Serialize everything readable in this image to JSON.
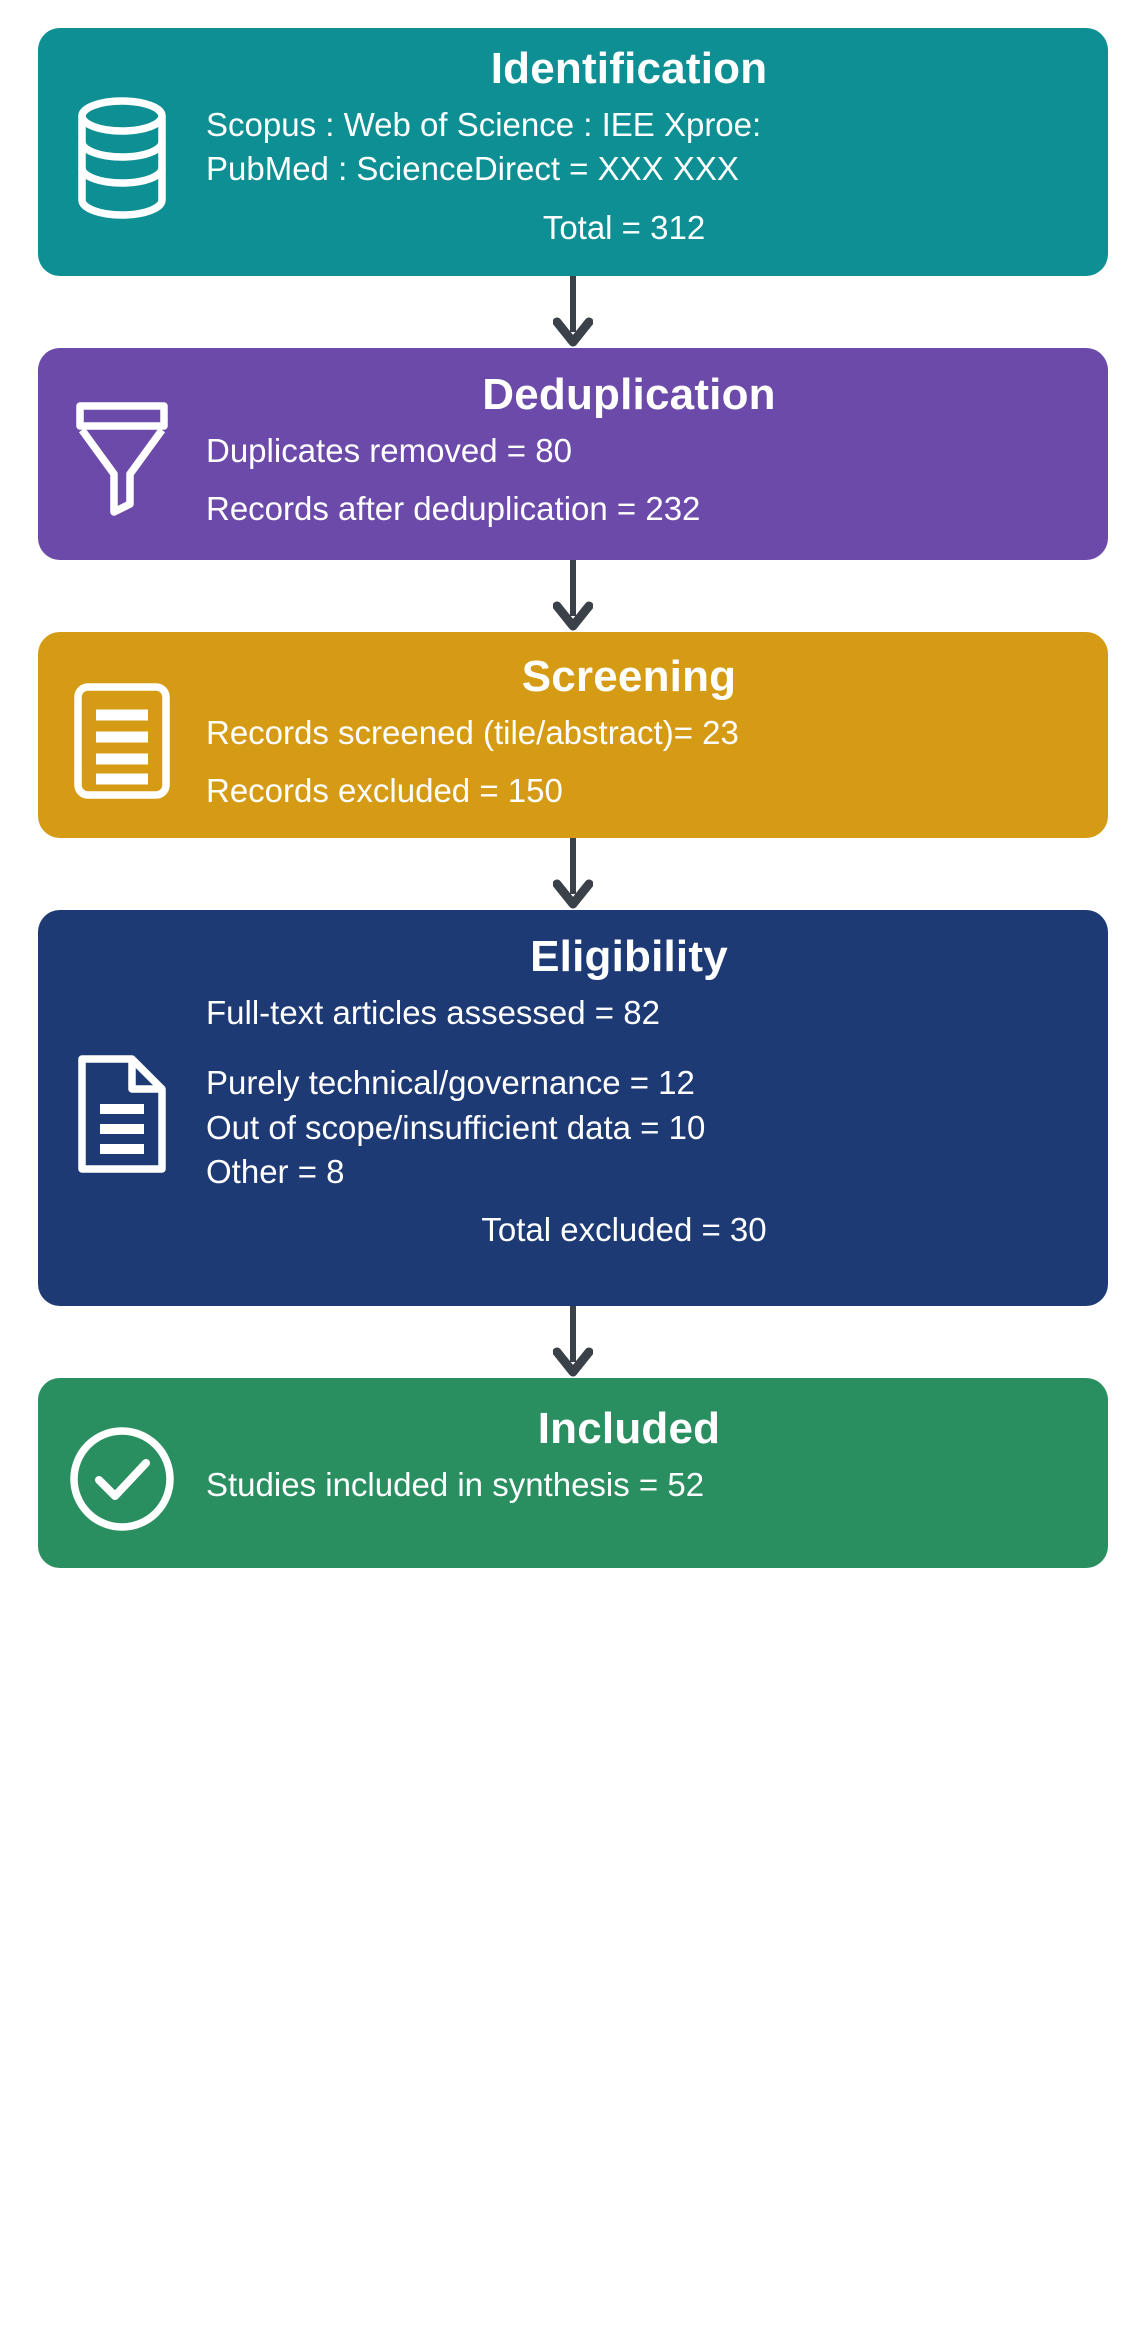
{
  "diagram": {
    "title": "PRISMA study selection flow",
    "colors": {
      "identification": "#0d8f93",
      "deduplication": "#6b4aa9",
      "screening": "#d69b15",
      "eligibility": "#1e3a75",
      "included": "#2a8f60",
      "arrow": "#3a4149",
      "text": "#ffffff",
      "background": "#ffffff"
    }
  },
  "stages": [
    {
      "key": "identification",
      "title": "Identification",
      "icon": "database-icon",
      "lines": [
        "Scopus : Web of Science : IEE Xproe:",
        "PubMed : ScienceDirect = XXX  XXX",
        "Total = 312"
      ]
    },
    {
      "key": "deduplication",
      "title": "Deduplication",
      "icon": "funnel-icon",
      "lines": [
        "Duplicates removed = 80",
        "Records after deduplication = 232"
      ]
    },
    {
      "key": "screening",
      "title": "Screening",
      "icon": "list-document-icon",
      "lines": [
        "Records screened (tile/abstract)= 23",
        "Records excluded = 150"
      ]
    },
    {
      "key": "eligibility",
      "title": "Eligibility",
      "icon": "file-text-icon",
      "lines": [
        "Full-text articles assessed = 82",
        "Purely technical/governance = 12",
        "Out of scope/insufficient data = 10",
        "Other = 8",
        "Total excluded = 30"
      ]
    },
    {
      "key": "included",
      "title": "Included",
      "icon": "check-circle-icon",
      "lines": [
        "Studies included in synthesis = 52"
      ]
    }
  ],
  "connectors": [
    {
      "from": "identification",
      "to": "deduplication",
      "icon": "down-arrow-icon"
    },
    {
      "from": "deduplication",
      "to": "screening",
      "icon": "down-arrow-icon"
    },
    {
      "from": "screening",
      "to": "eligibility",
      "icon": "down-arrow-icon"
    },
    {
      "from": "eligibility",
      "to": "included",
      "icon": "down-arrow-icon"
    }
  ]
}
